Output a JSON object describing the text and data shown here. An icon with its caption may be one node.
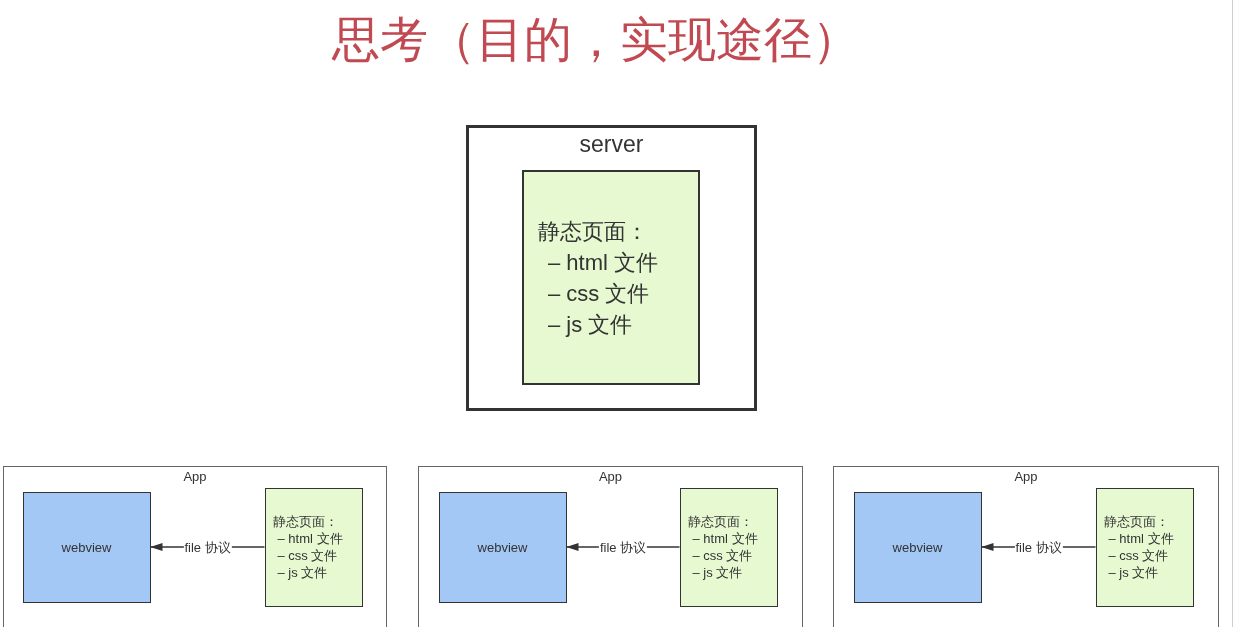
{
  "diagram": {
    "title": "思考（目的，实现途径）",
    "nodes": [
      {
        "text": [
          "server"
        ]
      },
      {
        "text": [
          "静态页面：",
          "– html 文件",
          "– css 文件",
          "– js 文件"
        ],
        "in": 0
      },
      {
        "text": [
          "App"
        ]
      },
      {
        "text": [
          "webview"
        ],
        "in": 2
      },
      {
        "text": [
          "静态页面：",
          "– html 文件",
          "– css 文件",
          "– js 文件"
        ],
        "in": 2
      },
      {
        "text": [
          "App"
        ]
      },
      {
        "text": [
          "webview"
        ],
        "in": 5
      },
      {
        "text": [
          "静态页面：",
          "– html 文件",
          "– css 文件",
          "– js 文件"
        ],
        "in": 5
      },
      {
        "text": [
          "App"
        ]
      },
      {
        "text": [
          "webview"
        ],
        "in": 8
      },
      {
        "text": [
          "静态页面：",
          "– html 文件",
          "– css 文件",
          "– js 文件"
        ],
        "in": 8
      }
    ],
    "edges": [
      {
        "from": 4,
        "to": 3,
        "arrow": "to",
        "label": "file 协议"
      },
      {
        "from": 7,
        "to": 6,
        "arrow": "to",
        "label": "file 协议"
      },
      {
        "from": 10,
        "to": 9,
        "arrow": "to",
        "label": "file 协议"
      }
    ]
  }
}
